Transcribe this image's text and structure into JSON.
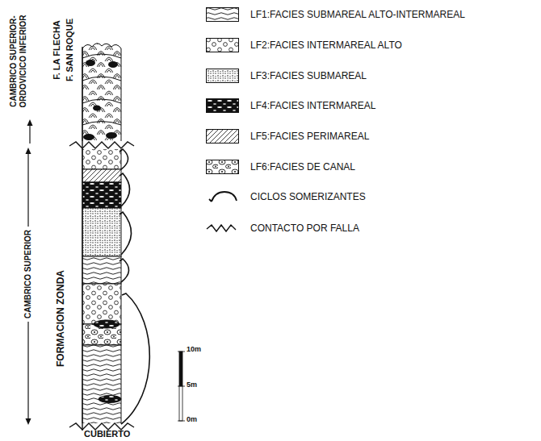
{
  "diagram": {
    "labels": [
      "CAMBRICO SUPERIOR- ORDOVICICO INFERIOR",
      "F. LA FLECHA",
      "F. SAN ROQUE",
      "CAMBRICO SUPERIOR",
      "FORMACION ZONDA",
      "CUBIERTO",
      "10m",
      "5m",
      "0m"
    ],
    "legend": [
      {
        "text": "LF1:FACIES SUBMAREAL ALTO-INTERMAREAL"
      },
      {
        "text": "LF2:FACIES INTERMAREAL ALTO"
      },
      {
        "text": "LF3:FACIES SUBMAREAL"
      },
      {
        "text": "LF4:FACIES INTERMAREAL"
      },
      {
        "text": "LF5:FACIES PERIMAREAL"
      },
      {
        "text": "LF6:FACIES DE CANAL"
      },
      {
        "text": "CICLOS SOMERIZANTES"
      },
      {
        "text": "CONTACTO POR FALLA"
      }
    ]
  }
}
